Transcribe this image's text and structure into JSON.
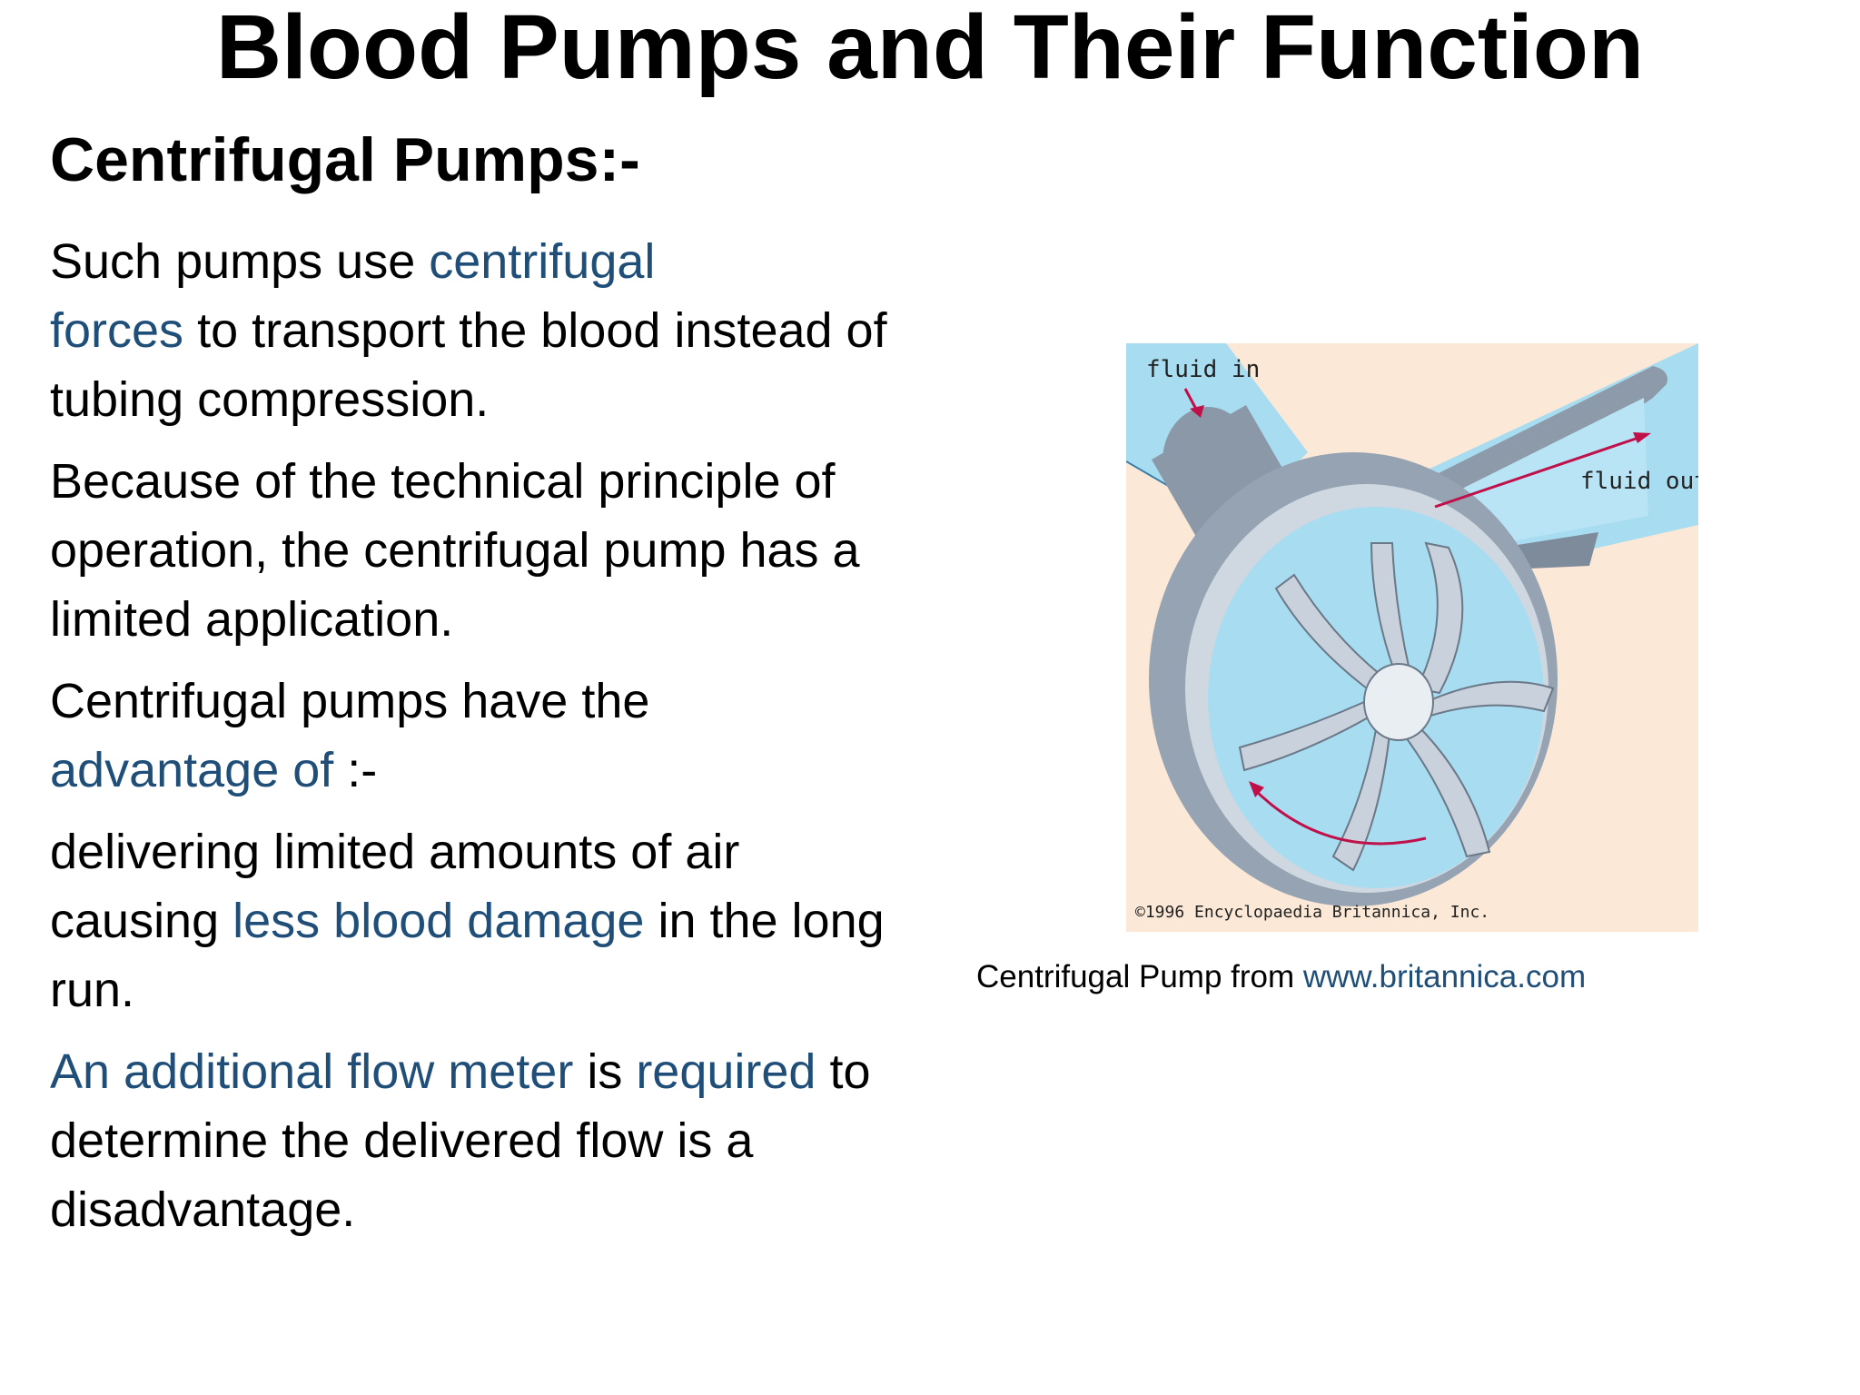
{
  "slide": {
    "title": "Blood Pumps and Their Function",
    "subtitle": "Centrifugal Pumps:-"
  },
  "body": {
    "p1": {
      "t1": "Such pumps use ",
      "t2": "centrifugal",
      "t3": "forces",
      "t4": " to transport the blood instead of tubing compression."
    },
    "p2": "Because of the technical principle of operation, the centrifugal pump has a limited application.",
    "p3": {
      "t1": "Centrifugal pumps have the ",
      "t2": "advantage of",
      "t3": " :-"
    },
    "p4": {
      "t1": "delivering limited amounts of air causing ",
      "t2": "less blood damage",
      "t3": " in the long run."
    },
    "p5": {
      "t1": "An additional flow meter",
      "t2": " is ",
      "t3": "required",
      "t4": " to determine the delivered flow is a disadvantage."
    }
  },
  "figure": {
    "label_in": "fluid in",
    "label_out": "fluid out",
    "copyright": "©1996 Encyclopaedia Britannica, Inc.",
    "caption_text": "Centrifugal Pump from ",
    "caption_link": "www.britannica.com"
  },
  "colors": {
    "link_blue": "#1f4e79",
    "figure_bg": "#fbe8d6",
    "fluid": "#a8dcf0",
    "housing": "#9aa8b8",
    "arrow": "#c0104a"
  }
}
